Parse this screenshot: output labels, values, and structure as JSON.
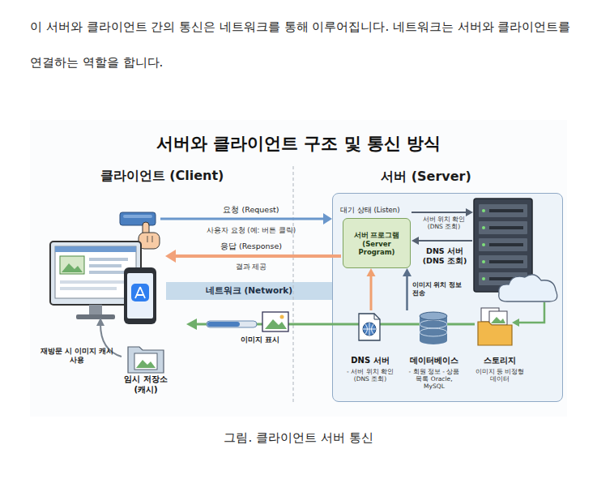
{
  "diagram": {
    "title": "서버와 클라이언트 구조 및 통신 방식",
    "caption": "그림. 클라이언트 서버 통신",
    "nodes": [
      {
        "text": [
          "서버 (Server)"
        ]
      },
      {
        "text": [
          "대기 상태 (Listen)",
          "서버 프로그램 (Server Program)"
        ],
        "in": 0
      },
      {
        "text": [
          "네트워크 (Network)"
        ]
      },
      {
        "text": [
          "DNS 서버",
          "- 서버 위치 확인 (DNS 조회)"
        ],
        "in": 0
      },
      {
        "text": [
          "데이터베이스",
          "- 회원 정보 - 상품 목록 Oracle, MySQL"
        ],
        "in": 0
      },
      {
        "text": [
          "스토리지",
          "이미지 등 비정형 데이터"
        ],
        "in": 0
      },
      {
        "text": [
          "임시 저장소 (캐시)"
        ]
      }
    ],
    "edges": [
      {
        "from": 3,
        "to": 1,
        "arrow": "to"
      },
      {
        "from": 4,
        "to": 1,
        "label": "이미지 위치 정보 전송",
        "arrow": "to"
      }
    ],
    "labels": [
      "이 서버와 클라이언트 간의 통신은 네트워크를 통해 이루어집니다. 네트워크는 서버와 클라이언트를 연결하는 역할을 합니다.",
      "클라이언트 (Client)",
      "요청 (Request)",
      "사용자 요청 (예: 버튼 클릭)",
      "응답 (Response)",
      "결과 제공",
      "서버 위치 확인 (DNS 조회)",
      "DNS 서버 (DNS 조회)",
      "이미지 표시",
      "재방문 시 이미지 캐시 사용"
    ]
  }
}
